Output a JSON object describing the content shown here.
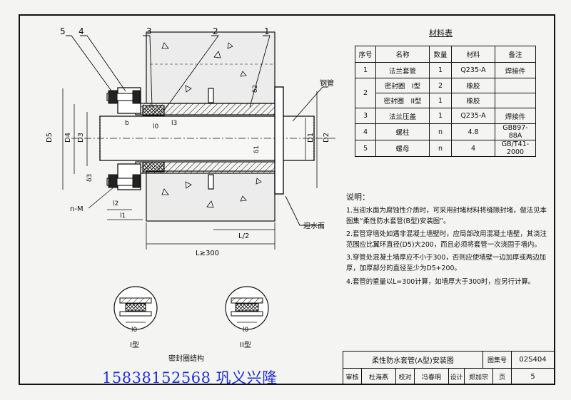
{
  "drawing": {
    "callouts": [
      "5",
      "4",
      "3",
      "2",
      "1"
    ],
    "steel_pipe_label": "钢管",
    "water_side_label": "迎水面",
    "dim_D": [
      "D5",
      "D4",
      "D3",
      "D2",
      "D1"
    ],
    "dim_small": [
      "δ2",
      "δ1",
      "δ3",
      "b",
      "l2",
      "l1",
      "l3",
      "l0"
    ],
    "dim_L": "L≥300",
    "dim_L_half": "L/2",
    "bolt_label": "n-M",
    "detail_labels": [
      "I型",
      "II型"
    ],
    "detail_dim": "l0",
    "seal_structure_title": "密封圈结构"
  },
  "materials": {
    "title": "材料表",
    "headers": [
      "序号",
      "名称",
      "数量",
      "材料",
      "备注"
    ],
    "rows": [
      {
        "no": "1",
        "name": "法兰套管",
        "qty": "1",
        "material": "Q235-A",
        "note": "焊接件"
      },
      {
        "no": "2",
        "name": "密封圈　I型",
        "qty": "2",
        "material": "橡胶",
        "note": ""
      },
      {
        "no": "",
        "name": "密封圈　II型",
        "qty": "1",
        "material": "橡胶",
        "note": ""
      },
      {
        "no": "3",
        "name": "法兰压盖",
        "qty": "1",
        "material": "Q235-A",
        "note": "焊接件"
      },
      {
        "no": "4",
        "name": "螺柱",
        "qty": "n",
        "material": "4.8",
        "note": "GB897-88A"
      },
      {
        "no": "5",
        "name": "螺母",
        "qty": "n",
        "material": "4",
        "note": "GB/T41-2000"
      }
    ]
  },
  "notes": {
    "heading": "说明：",
    "items": [
      "1.当迎水面为腐蚀性介质时，可采用封堵材料将缝隙封堵，做法见本图集“柔性防水套管(B型)安装图”。",
      "2.套管穿墙处如遇非混凝土墙壁时，应局部改用混凝土墙壁，其浇注范围应比翼环直径(D5)大200，而且必须将套管一次浇固于墙内。",
      "3.穿管处混凝土墙厚应不小于300，否则应使墙壁一边加厚或两边加厚，加厚部分的直径至少为D5+200。",
      "4.套管的重量以L=300计算，如墙厚大于300时，应另行计算。"
    ]
  },
  "title_block": {
    "drawing_title": "柔性防水套管(A型)安装图",
    "atlas_label": "图集号",
    "atlas_no": "02S404",
    "review_label": "审核",
    "review_sign": "杜海燕",
    "check_label": "校对",
    "check_sign": "冯春明",
    "design_label": "设计",
    "design_sign": "郑加宗",
    "page_label": "页",
    "page_no": "5"
  },
  "contact": "15838152568  巩义兴隆",
  "colors": {
    "ink": "#111111",
    "paper": "#f4f4f2",
    "contact_blue": "#1d2fd6"
  }
}
